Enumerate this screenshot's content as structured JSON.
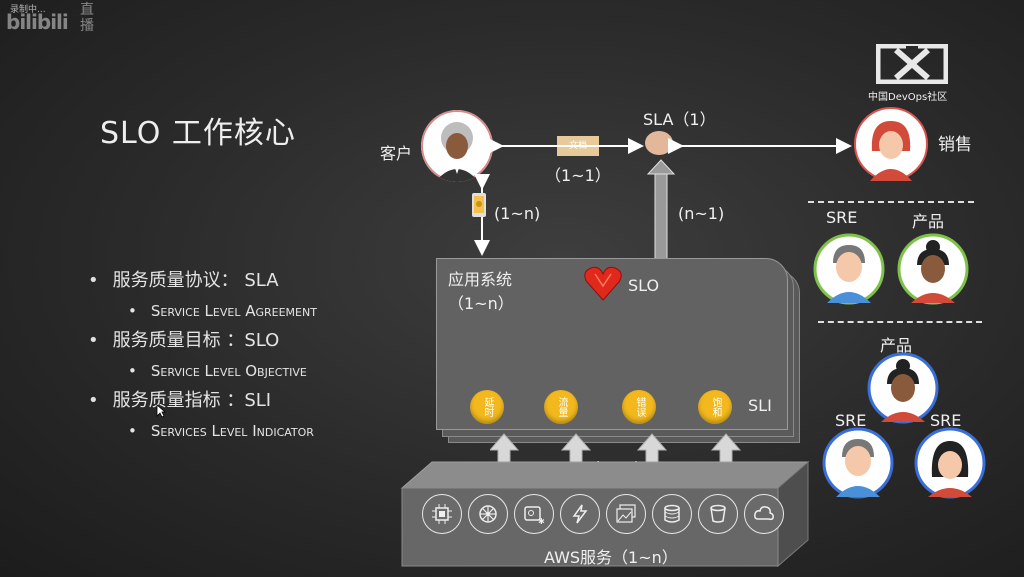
{
  "watermark": {
    "brand": "bilibili",
    "live": "直播",
    "status": "录制中..."
  },
  "slide": {
    "title": "SLO 工作核心",
    "bullets": [
      {
        "main": "服务质量协议： SLA",
        "sub": "Service Level Agreement"
      },
      {
        "main": "服务质量目标 ：SLO",
        "sub": "Service Level Objective"
      },
      {
        "main": "服务质量指标 ：SLI",
        "sub": "Services Level Indicator"
      }
    ]
  },
  "diagram": {
    "customer": "客户",
    "sla": "SLA（1）",
    "doc": "文档",
    "ratio_doc": "（1~1）",
    "sales": "销售",
    "ratio_phone": "(1~n)",
    "ratio_app": "(n~1)",
    "app_title": "应用系统",
    "app_ratio": "（1~n）",
    "slo": "SLO",
    "sli": "SLI",
    "sli_items": [
      "延时",
      "流量",
      "错误",
      "饱和"
    ],
    "ratio_aws": "(n~n)",
    "aws": "AWS服务（1~n）",
    "aws_icons": [
      "chip-icon",
      "kubernetes-icon",
      "container-icon",
      "lambda-icon",
      "image-stack-icon",
      "database-icon",
      "bucket-icon",
      "cloud-icon"
    ]
  },
  "org": {
    "logo_text": "中国DevOps社区",
    "team1": {
      "left": "SRE",
      "right": "产品"
    },
    "team2": {
      "top": "产品",
      "left": "SRE",
      "right": "SRE"
    }
  },
  "colors": {
    "sli": "#f2b81e",
    "ring_green": "#7fc24a",
    "ring_blue": "#3a6fd8",
    "ring_red": "#d9534f"
  }
}
